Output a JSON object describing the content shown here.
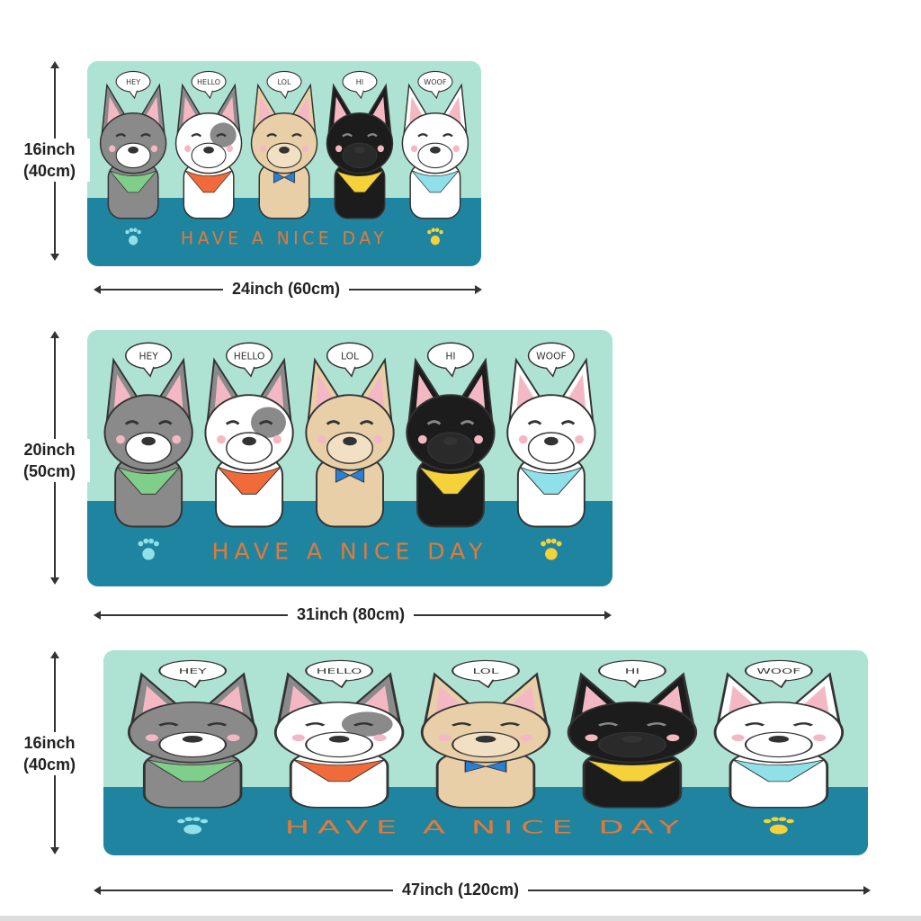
{
  "mats": [
    {
      "id": "small",
      "height_label": "16inch",
      "height_metric": "(40cm)",
      "width_label": "24inch (60cm)"
    },
    {
      "id": "medium",
      "height_label": "20inch",
      "height_metric": "(50cm)",
      "width_label": "31inch (80cm)"
    },
    {
      "id": "large",
      "height_label": "16inch",
      "height_metric": "(40cm)",
      "width_label": "47inch (120cm)"
    }
  ],
  "mat_text": "HAVE A NICE DAY",
  "bubbles": [
    "HEY",
    "HELLO",
    "LOL",
    "HI",
    "WOOF"
  ],
  "colors": {
    "mat_top": "#aee3d3",
    "mat_bottom": "#1f84a0",
    "gray_dog": "#8a8a8a",
    "tan_dog": "#e8cfa8",
    "black_dog": "#1c1c1c"
  }
}
